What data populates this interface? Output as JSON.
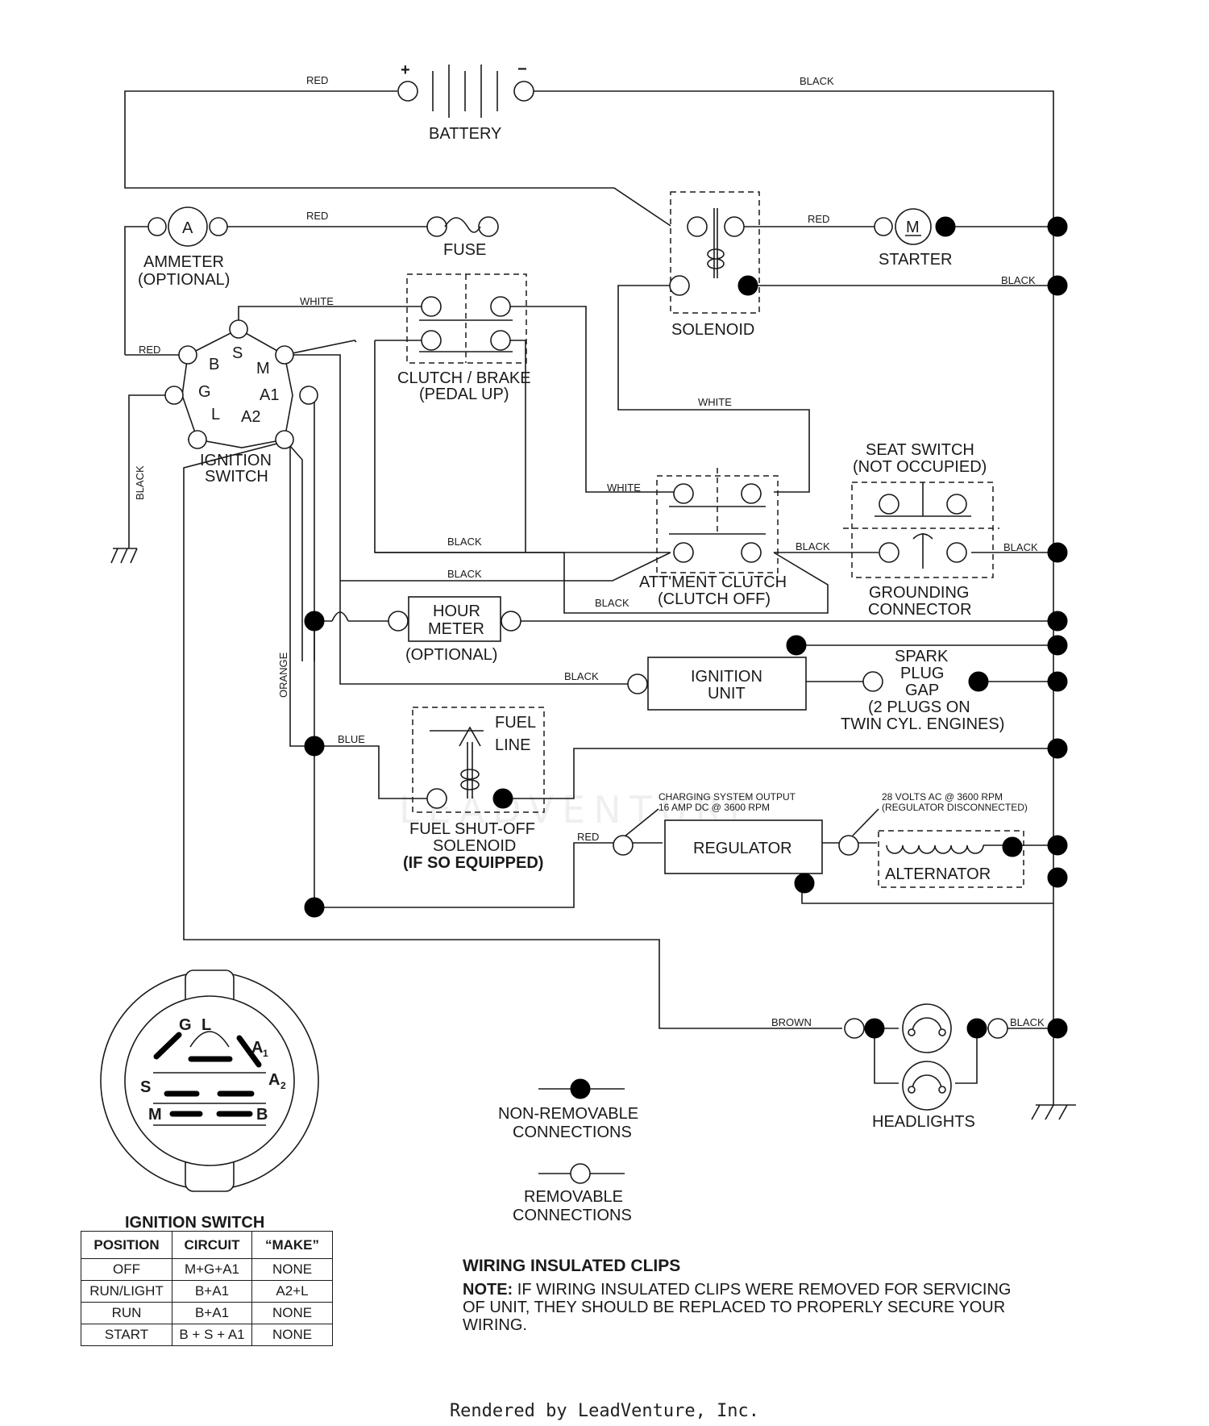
{
  "wire_colors": {
    "red": "RED",
    "black": "BLACK",
    "white": "WHITE",
    "orange": "ORANGE",
    "blue": "BLUE",
    "brown": "BROWN"
  },
  "components": {
    "battery": "BATTERY",
    "battery_plus": "+",
    "battery_minus": "−",
    "ammeter_symbol": "A",
    "ammeter": "AMMETER",
    "ammeter_optional": "(OPTIONAL)",
    "fuse": "FUSE",
    "solenoid": "SOLENOID",
    "starter_symbol": "M",
    "starter": "STARTER",
    "clutch_brake_1": "CLUTCH / BRAKE",
    "clutch_brake_2": "(PEDAL UP)",
    "ignition_switch_1": "IGNITION",
    "ignition_switch_2": "SWITCH",
    "terminals": {
      "b": "B",
      "s": "S",
      "m": "M",
      "g": "G",
      "a1": "A1",
      "l": "L",
      "a2": "A2"
    },
    "seat_switch_1": "SEAT SWITCH",
    "seat_switch_2": "(NOT OCCUPIED)",
    "grounding_1": "GROUNDING",
    "grounding_2": "CONNECTOR",
    "attment_1": "ATT'MENT CLUTCH",
    "attment_2": "(CLUTCH OFF)",
    "hour_meter_1": "HOUR",
    "hour_meter_2": "METER",
    "hour_meter_3": "(OPTIONAL)",
    "ignition_unit_1": "IGNITION",
    "ignition_unit_2": "UNIT",
    "spark_1": "SPARK",
    "spark_2": "PLUG",
    "spark_3": "GAP",
    "spark_4": "(2 PLUGS ON",
    "spark_5": "TWIN CYL. ENGINES)",
    "fuel_line_1": "FUEL",
    "fuel_line_2": "LINE",
    "fuel_sol_1": "FUEL SHUT-OFF",
    "fuel_sol_2": "SOLENOID",
    "fuel_sol_3": "(IF SO EQUIPPED)",
    "charging_1": "CHARGING SYSTEM OUTPUT",
    "charging_2": "16 AMP DC @ 3600 RPM",
    "volts_1": "28 VOLTS AC @ 3600 RPM",
    "volts_2": "(REGULATOR DISCONNECTED)",
    "regulator": "REGULATOR",
    "alternator": "ALTERNATOR",
    "headlights": "HEADLIGHTS"
  },
  "legend": {
    "non_removable_1": "NON-REMOVABLE",
    "non_removable_2": "CONNECTIONS",
    "removable_1": "REMOVABLE",
    "removable_2": "CONNECTIONS"
  },
  "switch_face": {
    "g": "G",
    "l": "L",
    "a1": "A",
    "a1_sub": "1",
    "a2": "A",
    "a2_sub": "2",
    "s": "S",
    "m": "M",
    "b": "B"
  },
  "ignition_table": {
    "title": "IGNITION SWITCH",
    "headers": [
      "POSITION",
      "CIRCUIT",
      "“MAKE”"
    ],
    "rows": [
      [
        "OFF",
        "M+G+A1",
        "NONE"
      ],
      [
        "RUN/LIGHT",
        "B+A1",
        "A2+L"
      ],
      [
        "RUN",
        "B+A1",
        "NONE"
      ],
      [
        "START",
        "B + S + A1",
        "NONE"
      ]
    ]
  },
  "note": {
    "heading": "WIRING INSULATED CLIPS",
    "label": "NOTE:",
    "text": "IF WIRING INSULATED CLIPS WERE REMOVED FOR SERVICING OF UNIT, THEY SHOULD BE REPLACED TO PROPERLY SECURE YOUR WIRING."
  },
  "watermark": "LEADVENTURE",
  "footer": "Rendered by LeadVenture, Inc."
}
